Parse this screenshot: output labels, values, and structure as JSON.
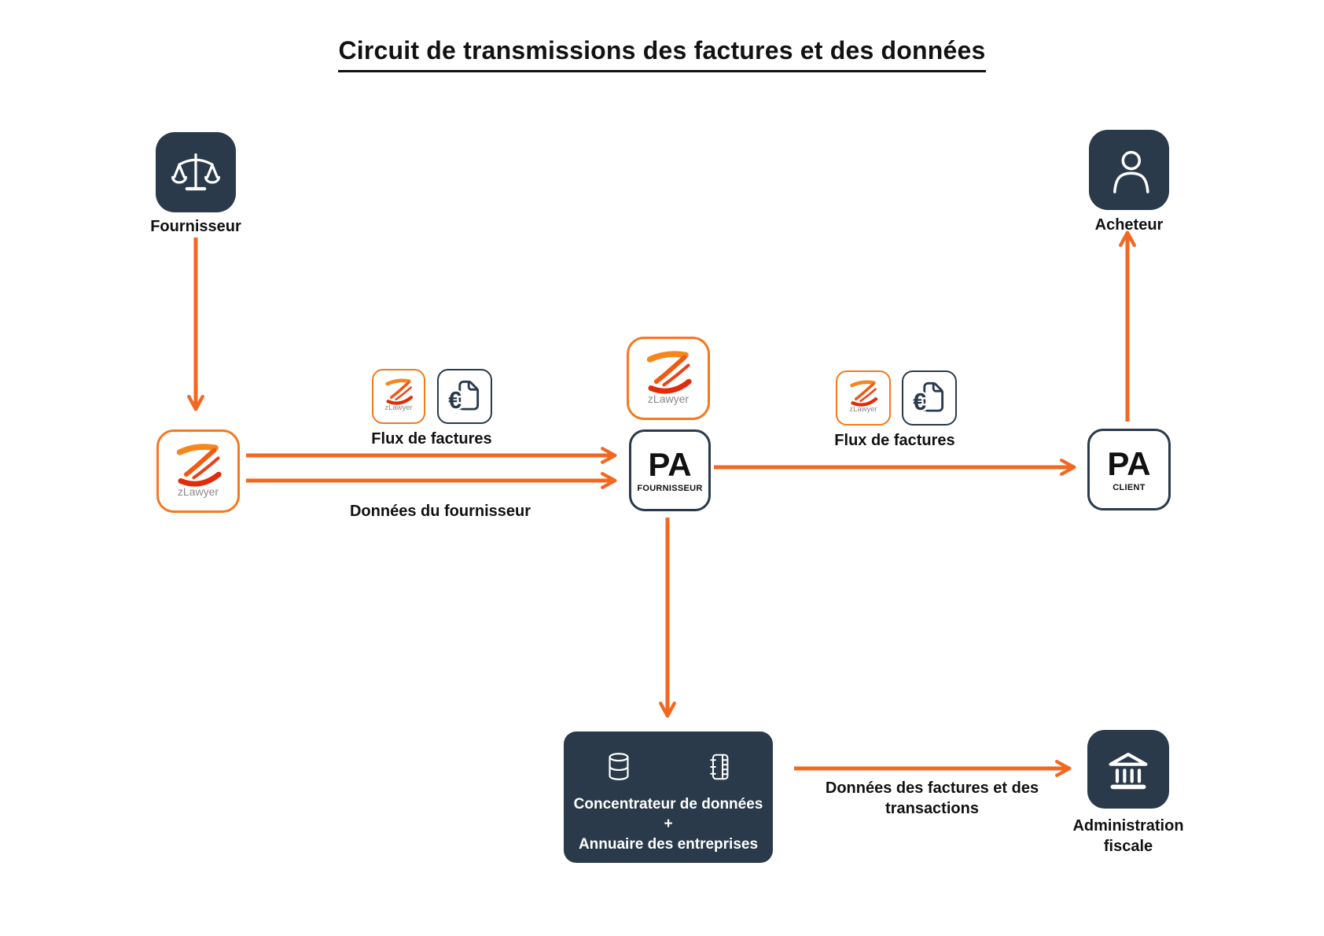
{
  "title": "Circuit de transmissions des factures et des données",
  "colors": {
    "navy": "#2a3a4b",
    "arrow_orange": "#f26822",
    "zlawyer_border_orange": "#f4791f",
    "zlawyer_gradient_top": "#f68b1e",
    "zlawyer_gradient_bottom": "#e02c08",
    "caption_gray": "#8a8a8a",
    "text_black": "#101112",
    "background": "#ffffff"
  },
  "icons": {
    "euro_symbol": "€"
  },
  "nodes": {
    "fournisseur": {
      "label": "Fournisseur",
      "icon": "scales-icon"
    },
    "acheteur": {
      "label": "Acheteur",
      "icon": "person-icon"
    },
    "zlawyer_left": {
      "caption": "zLawyer",
      "icon": "zlawyer-logo"
    },
    "zlawyer_mid": {
      "caption": "zLawyer",
      "icon": "zlawyer-logo"
    },
    "pa_fournisseur": {
      "abbr": "PA",
      "subtitle": "FOURNISSEUR"
    },
    "pa_client": {
      "abbr": "PA",
      "subtitle": "CLIENT"
    },
    "concentrateur": {
      "line1": "Concentrateur de données",
      "line2": "+",
      "line3": "Annuaire des entreprises",
      "icons": [
        "database-icon",
        "directory-icon"
      ]
    },
    "administration_fiscale": {
      "label": "Administration fiscale",
      "icon": "bank-icon"
    }
  },
  "edges": {
    "fournisseur_to_zlawyer": {
      "label": ""
    },
    "flux_factures_left": {
      "label": "Flux de factures",
      "zlawyer_caption": "zLawyer",
      "icons": [
        "zlawyer-mini-icon",
        "euro-invoice-icon"
      ]
    },
    "donnees_fournisseur": {
      "label": "Données du fournisseur"
    },
    "flux_factures_right": {
      "label": "Flux de factures",
      "zlawyer_caption": "zLawyer",
      "icons": [
        "zlawyer-mini-icon",
        "euro-invoice-icon"
      ]
    },
    "pa_client_to_acheteur": {
      "label": ""
    },
    "pa_fournisseur_to_concentrateur": {
      "label": ""
    },
    "donnees_factures_transactions": {
      "label": "Données des factures et des transactions"
    }
  }
}
